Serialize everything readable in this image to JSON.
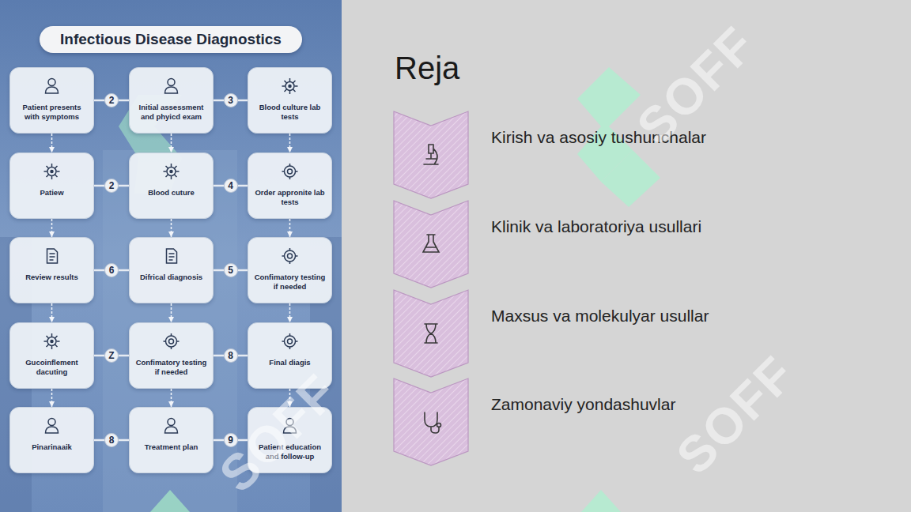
{
  "diagram": {
    "title": "Reja",
    "nodes": [
      {
        "text": [
          "Infectious Disease Diagnostics"
        ]
      },
      {
        "text": [
          "Patient presents with symptoms"
        ]
      },
      {
        "text": [
          "Initial assessment and phyicd exam"
        ]
      },
      {
        "text": [
          "Blood culture lab tests"
        ]
      },
      {
        "text": [
          "Patiew"
        ]
      },
      {
        "text": [
          "Blood cuture"
        ]
      },
      {
        "text": [
          "Order appronite lab tests"
        ]
      },
      {
        "text": [
          "Review results"
        ]
      },
      {
        "text": [
          "Difrical diagnosis"
        ]
      },
      {
        "text": [
          "Confimatory testing if needed"
        ]
      },
      {
        "text": [
          "Gucoinflement dacuting"
        ]
      },
      {
        "text": [
          "Confimatory testing if needed"
        ]
      },
      {
        "text": [
          "Final diagis"
        ]
      },
      {
        "text": [
          "Pinarinaaik"
        ]
      },
      {
        "text": [
          "Treatment plan"
        ]
      },
      {
        "text": [
          "Patient education and follow-up"
        ]
      },
      {
        "text": [
          "Kirish va asosiy tushunchalar"
        ]
      },
      {
        "text": [
          "Klinik va laboratoriya usullari"
        ]
      },
      {
        "text": [
          "Maxsus va molekulyar usullar"
        ]
      },
      {
        "text": [
          "Zamonaviy yondashuvlar"
        ]
      }
    ],
    "edges": [
      {
        "from": 1,
        "to": 2,
        "label": "2",
        "arrow": "none"
      },
      {
        "from": 2,
        "to": 3,
        "label": "3",
        "arrow": "none"
      },
      {
        "from": 4,
        "to": 5,
        "label": "2",
        "arrow": "none"
      },
      {
        "from": 5,
        "to": 6,
        "label": "4",
        "arrow": "none"
      },
      {
        "from": 7,
        "to": 8,
        "label": "6",
        "arrow": "none"
      },
      {
        "from": 8,
        "to": 9,
        "label": "5",
        "arrow": "none"
      },
      {
        "from": 10,
        "to": 11,
        "label": "Z",
        "arrow": "none"
      },
      {
        "from": 11,
        "to": 12,
        "label": "8",
        "arrow": "none"
      },
      {
        "from": 13,
        "to": 14,
        "label": "8",
        "arrow": "none"
      },
      {
        "from": 14,
        "to": 15,
        "label": "9",
        "arrow": "none"
      },
      {
        "from": 1,
        "to": 4,
        "arrow": "to"
      },
      {
        "from": 2,
        "to": 5,
        "arrow": "to"
      },
      {
        "from": 3,
        "to": 6,
        "arrow": "to"
      },
      {
        "from": 4,
        "to": 7,
        "arrow": "to"
      },
      {
        "from": 5,
        "to": 8,
        "arrow": "to"
      },
      {
        "from": 6,
        "to": 9,
        "arrow": "to"
      },
      {
        "from": 7,
        "to": 10,
        "arrow": "to"
      },
      {
        "from": 8,
        "to": 11,
        "arrow": "to"
      },
      {
        "from": 9,
        "to": 12,
        "arrow": "to"
      },
      {
        "from": 10,
        "to": 13,
        "arrow": "to"
      },
      {
        "from": 11,
        "to": 14,
        "arrow": "to"
      },
      {
        "from": 12,
        "to": 15,
        "arrow": "to"
      }
    ],
    "labels": [
      "SOFF",
      "SOFF",
      "SOFF"
    ]
  }
}
